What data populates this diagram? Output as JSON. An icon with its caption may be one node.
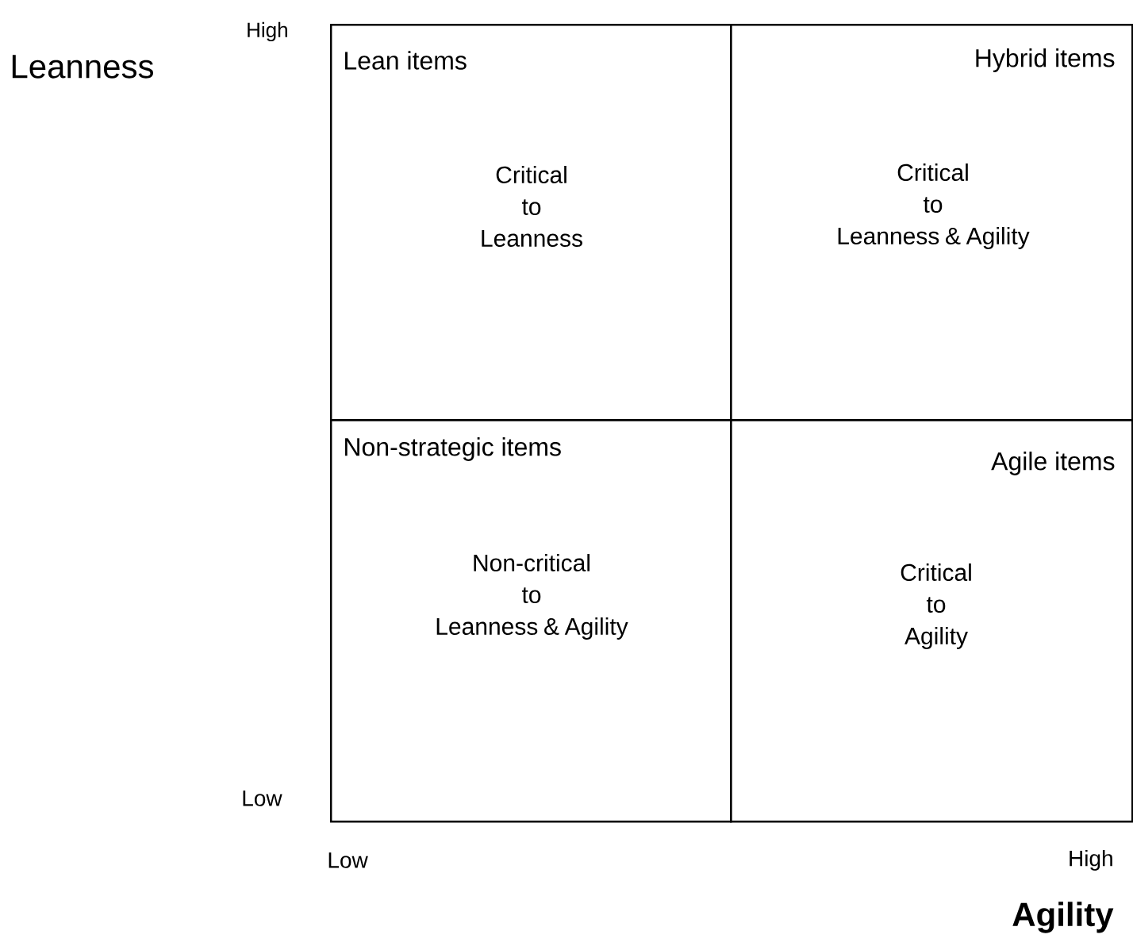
{
  "diagram": {
    "nodes": [
      {
        "text": [
          "Lean items",
          "Critical to Leanness"
        ]
      },
      {
        "text": [
          "Hybrid items",
          "Critical to Leanness & Agility"
        ]
      },
      {
        "text": [
          "Non-strategic items",
          "Non-critical to Leanness & Agility"
        ]
      },
      {
        "text": [
          "Agile items",
          "Critical to Agility"
        ]
      }
    ],
    "labels": [
      "Leanness",
      "High",
      "Low",
      "Low",
      "High",
      "Agility"
    ]
  }
}
